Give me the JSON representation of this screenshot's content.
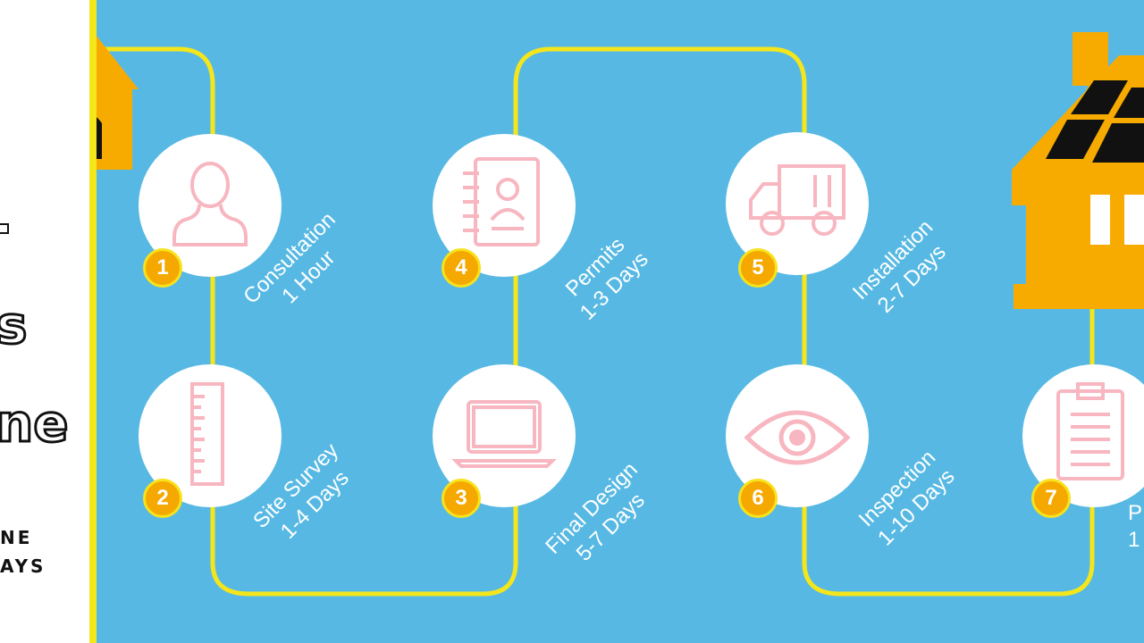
{
  "sidebar": {
    "title_line1": "s",
    "title_line2": "ne",
    "sub_line1": "NE",
    "sub_line2": "AYS"
  },
  "colors": {
    "background": "#57b9e3",
    "path": "#f5e61c",
    "house": "#f7ab00",
    "icon": "#f7b6c0",
    "badge": "#f5a800"
  },
  "steps": [
    {
      "number": "1",
      "name": "Consultation",
      "duration": "1 Hour",
      "icon": "person-icon"
    },
    {
      "number": "2",
      "name": "Site Survey",
      "duration": "1-4 Days",
      "icon": "ruler-icon"
    },
    {
      "number": "3",
      "name": "Final Design",
      "duration": "5-7 Days",
      "icon": "laptop-icon"
    },
    {
      "number": "4",
      "name": "Permits",
      "duration": "1-3 Days",
      "icon": "notebook-icon"
    },
    {
      "number": "5",
      "name": "Installation",
      "duration": "2-7 Days",
      "icon": "truck-icon"
    },
    {
      "number": "6",
      "name": "Inspection",
      "duration": "1-10 Days",
      "icon": "eye-icon"
    },
    {
      "number": "7",
      "name": "P",
      "duration": "1",
      "icon": "clipboard-icon"
    }
  ]
}
